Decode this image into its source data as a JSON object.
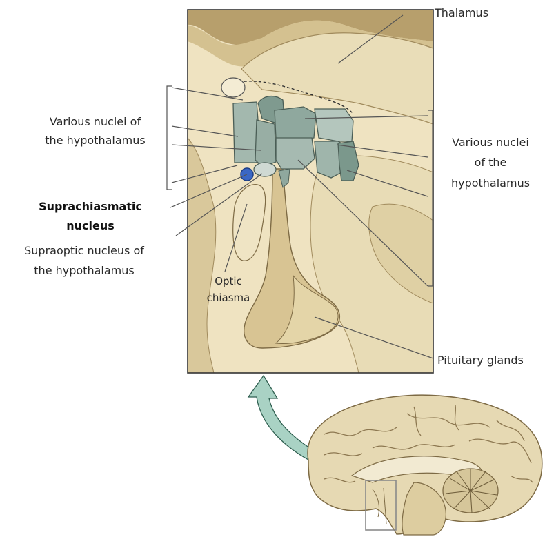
{
  "labels": {
    "thalamus": "Thalamus",
    "nuclei_left_1": "Various nuclei of",
    "nuclei_left_2": "the hypothalamus",
    "nuclei_right_1": "Various nuclei",
    "nuclei_right_2": "of the",
    "nuclei_right_3": "hypothalamus",
    "scn_1": "Suprachiasmatic",
    "scn_2": "nucleus",
    "supraoptic_1": "Supraoptic nucleus of",
    "supraoptic_2": "the hypothalamus",
    "optic_1": "Optic",
    "optic_2": "chiasma",
    "pituitary": "Pituitary glands"
  },
  "colors": {
    "nucleus_fill": "#8fa89e",
    "nucleus_dark": "#6f8b80",
    "scn_blue": "#3a67c4",
    "brain_tissue": "#e6d9b3",
    "brain_dark": "#a08a5c",
    "arrow_fill": "#a9d2c4"
  }
}
